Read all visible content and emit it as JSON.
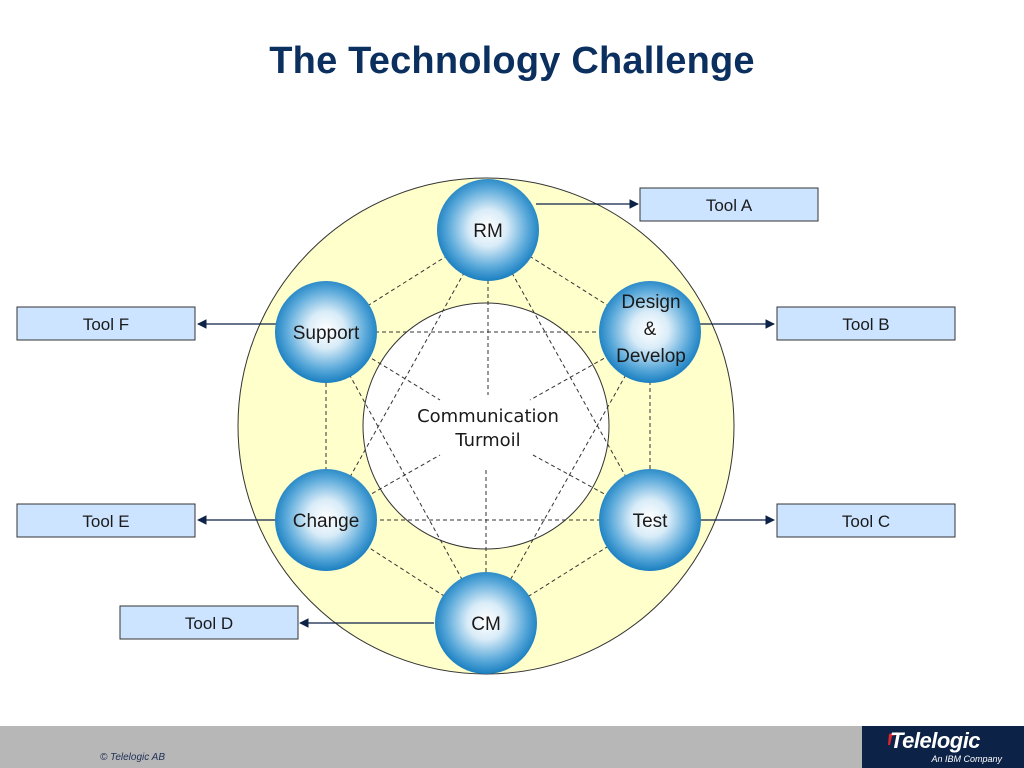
{
  "title": "The Technology Challenge",
  "center": {
    "line1": "Communication",
    "line2": "Turmoil"
  },
  "nodes": {
    "rm": "RM",
    "design_line1": "Design",
    "design_line2": "&",
    "design_line3": "Develop",
    "test": "Test",
    "cm": "CM",
    "change": "Change",
    "support": "Support"
  },
  "tools": {
    "a": "Tool A",
    "b": "Tool B",
    "c": "Tool C",
    "d": "Tool D",
    "e": "Tool E",
    "f": "Tool F"
  },
  "colors": {
    "title": "#0b2f5e",
    "outer_ring_fill": "#ffffcc",
    "tool_box_fill": "#cce4ff",
    "node_center": "#ffffff",
    "node_edge": "#1a7fc0",
    "footer_bar": "#b7b7b7",
    "logo_bg": "#0d2247",
    "logo_accent": "#e0262c"
  },
  "footer": {
    "copyright": "© Telelogic AB",
    "logo_text": "Telelogic",
    "logo_sub": "An IBM Company"
  }
}
